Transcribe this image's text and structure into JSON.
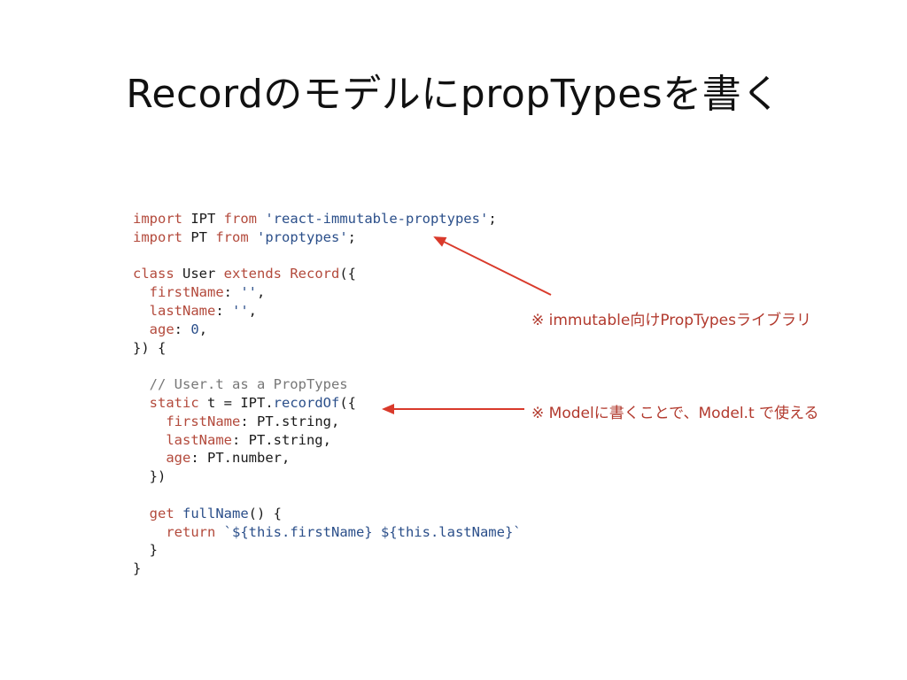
{
  "slide": {
    "title": "RecordのモデルにpropTypesを書く"
  },
  "code": {
    "l1": {
      "kw1": "import",
      "t1": " IPT ",
      "kw2": "from",
      "t2": " ",
      "str": "'react-immutable-proptypes'",
      "t3": ";"
    },
    "l2": {
      "kw1": "import",
      "t1": " PT ",
      "kw2": "from",
      "t2": " ",
      "str": "'proptypes'",
      "t3": ";"
    },
    "l4": {
      "kw1": "class",
      "t1": " User ",
      "kw2": "extends",
      "t2": " ",
      "cls": "Record",
      "t3": "({"
    },
    "l5": {
      "indent": "  ",
      "prop": "firstName",
      "t1": ": ",
      "str": "''",
      "t2": ","
    },
    "l6": {
      "indent": "  ",
      "prop": "lastName",
      "t1": ": ",
      "str": "''",
      "t2": ","
    },
    "l7": {
      "indent": "  ",
      "prop": "age",
      "t1": ": ",
      "num": "0",
      "t2": ","
    },
    "l8": {
      "text": "}) {"
    },
    "l10": {
      "indent": "  ",
      "cmt": "// User.t as a PropTypes"
    },
    "l11": {
      "indent": "  ",
      "kw": "static",
      "t1": " t = IPT.",
      "fn": "recordOf",
      "t2": "({"
    },
    "l12": {
      "indent": "    ",
      "prop": "firstName",
      "t1": ": PT.string,"
    },
    "l13": {
      "indent": "    ",
      "prop": "lastName",
      "t1": ": PT.string,"
    },
    "l14": {
      "indent": "    ",
      "prop": "age",
      "t1": ": PT.number,"
    },
    "l15": {
      "text": "  })"
    },
    "l17": {
      "indent": "  ",
      "kw": "get",
      "t1": " ",
      "fn": "fullName",
      "t2": "() {"
    },
    "l18": {
      "indent": "    ",
      "kw": "return",
      "t1": " ",
      "str": "`${this.firstName} ${this.lastName}`"
    },
    "l19": {
      "text": "  }"
    },
    "l20": {
      "text": "}"
    }
  },
  "annotations": {
    "note1": "※ immutable向けPropTypesライブラリ",
    "note2": "※ Modelに書くことで、Model.t で使える"
  },
  "colors": {
    "accent": "#b23a2e",
    "arrow": "#d93a2b"
  }
}
